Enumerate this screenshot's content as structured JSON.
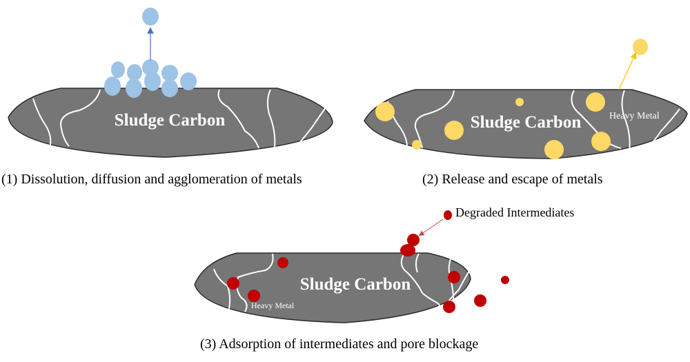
{
  "panels": [
    {
      "id": 1,
      "title": "Sludge Carbon",
      "caption": "(1) Dissolution, diffusion and agglomeration of metals",
      "particle_color": "#9dc3e6",
      "arrow_color": "#4472c4"
    },
    {
      "id": 2,
      "title": "Sludge Carbon",
      "caption": "(2) Release and escape of metals",
      "label": "Heavy Metal",
      "particle_color": "#ffd966",
      "arrow_color": "#ffc000"
    },
    {
      "id": 3,
      "title": "Sludge Carbon",
      "caption": "(3) Adsorption of intermediates and pore blockage",
      "label": "Heavy Metal",
      "annotation": "Degraded Intermediates",
      "particle_color": "#c00000",
      "arrow_color": "#c0504d"
    }
  ],
  "colors": {
    "carbon_fill": "#767676",
    "carbon_stroke": "#2b2b2b",
    "crack": "#ffffff"
  }
}
